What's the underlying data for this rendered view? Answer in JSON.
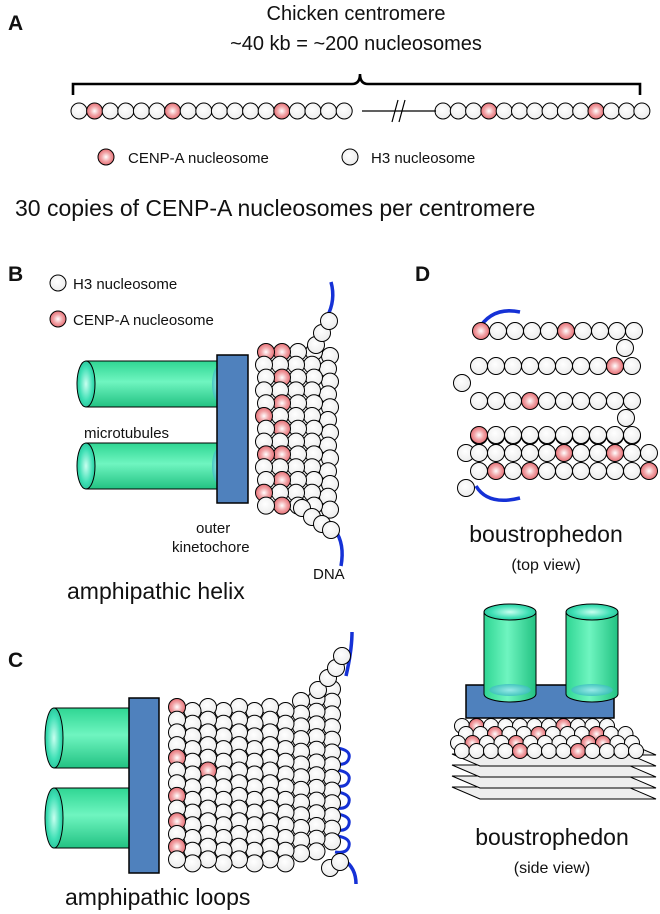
{
  "colors": {
    "cenpa": "#e8777d",
    "h3": "#ffffff",
    "microtubule": "#38e3a0",
    "kinetochore": "#4f81bd",
    "dna": "#1531d6",
    "sheet": "#eeeeee"
  },
  "panel_a": {
    "letter": "A",
    "title_line1": "Chicken centromere",
    "title_line2": "~40 kb = ~200 nucleosomes",
    "legend_cenpa": "CENP-A nucleosome",
    "legend_h3": "H3 nucleosome",
    "summary": "30 copies of CENP-A nucleosomes per centromere"
  },
  "panel_b": {
    "letter": "B",
    "legend_h3": "H3 nucleosome",
    "legend_cenpa": "CENP-A nucleosome",
    "microtubules": "microtubules",
    "outer_line1": "outer",
    "outer_line2": "kinetochore",
    "dna": "DNA",
    "caption": "amphipathic helix"
  },
  "panel_c": {
    "letter": "C",
    "caption": "amphipathic loops"
  },
  "panel_d": {
    "letter": "D",
    "top_caption": "boustrophedon",
    "top_sub": "(top view)",
    "side_caption": "boustrophedon",
    "side_sub": "(side view)"
  }
}
